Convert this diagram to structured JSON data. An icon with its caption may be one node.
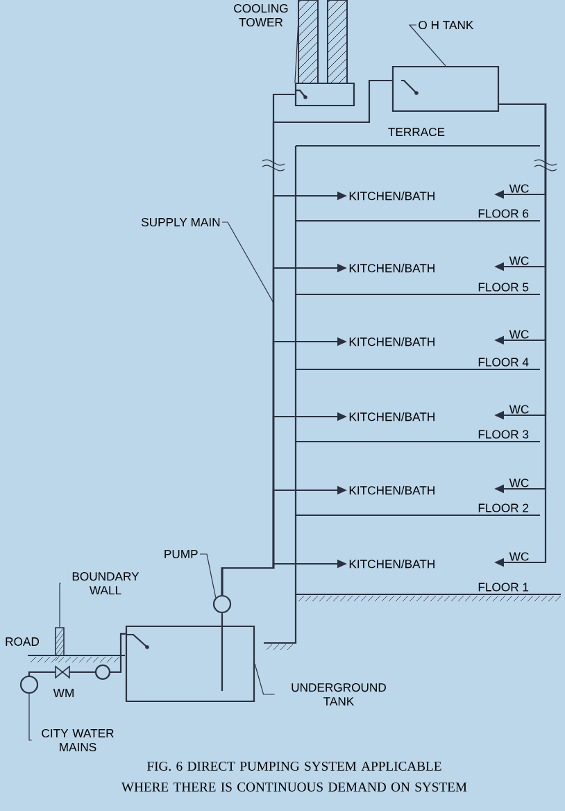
{
  "diagram": {
    "caption": "FIG. 6 DIRECT PUMPING SYSTEM APPLICABLE WHERE THERE IS CONTINUOUS DEMAND ON SYSTEM",
    "nodes": [
      {
        "text": [
          "COOLING TOWER"
        ]
      },
      {
        "text": [],
        "shape": "box"
      },
      {
        "text": [
          "O H TANK"
        ]
      },
      {
        "text": [],
        "shape": "box"
      },
      {
        "text": [
          "SUPPLY MAIN"
        ]
      },
      {
        "text": [
          "PUMP"
        ]
      },
      {
        "text": [],
        "shape": "circle"
      },
      {
        "text": [
          "BOUNDARY WALL"
        ]
      },
      {
        "text": [],
        "shape": "bar"
      },
      {
        "text": [
          "UNDERGROUND TANK"
        ]
      },
      {
        "text": [],
        "shape": "box"
      },
      {
        "text": [
          "CITY WATER MAINS"
        ]
      },
      {
        "text": [],
        "shape": "circle"
      },
      {
        "text": [
          "KITCHEN/BATH"
        ]
      },
      {
        "text": [
          "KITCHEN/BATH"
        ]
      },
      {
        "text": [
          "KITCHEN/BATH"
        ]
      },
      {
        "text": [
          "KITCHEN/BATH"
        ]
      },
      {
        "text": [
          "KITCHEN/BATH"
        ]
      },
      {
        "text": [
          "KITCHEN/BATH"
        ]
      },
      {
        "text": [
          "WC"
        ]
      },
      {
        "text": [
          "WC"
        ]
      },
      {
        "text": [
          "WC"
        ]
      },
      {
        "text": [
          "WC"
        ]
      },
      {
        "text": [
          "WC"
        ]
      },
      {
        "text": [
          "WC"
        ]
      }
    ],
    "edges": [
      {
        "from": 0,
        "to": 1,
        "arrow": "none"
      },
      {
        "from": 2,
        "to": 3,
        "arrow": "none"
      },
      {
        "from": 4,
        "to": null,
        "arrow": "none"
      },
      {
        "from": 5,
        "to": 6,
        "arrow": "none"
      },
      {
        "from": 7,
        "to": 8,
        "arrow": "none"
      },
      {
        "from": 9,
        "to": 10,
        "arrow": "none"
      },
      {
        "from": 11,
        "to": 12,
        "arrow": "none"
      },
      {
        "from": 12,
        "to": 10,
        "arrow": "none"
      },
      {
        "from": 10,
        "to": 6,
        "arrow": "none"
      },
      {
        "from": 6,
        "to": 1,
        "arrow": "none"
      },
      {
        "from": 6,
        "to": 3,
        "arrow": "none"
      },
      {
        "from": 6,
        "to": 13,
        "arrow": "to"
      },
      {
        "from": 6,
        "to": 14,
        "arrow": "to"
      },
      {
        "from": 6,
        "to": 15,
        "arrow": "to"
      },
      {
        "from": 6,
        "to": 16,
        "arrow": "to"
      },
      {
        "from": 6,
        "to": 17,
        "arrow": "to"
      },
      {
        "from": 6,
        "to": 18,
        "arrow": "to"
      },
      {
        "from": 3,
        "to": 19,
        "arrow": "to"
      },
      {
        "from": 3,
        "to": 20,
        "arrow": "to"
      },
      {
        "from": 3,
        "to": 21,
        "arrow": "to"
      },
      {
        "from": 3,
        "to": 22,
        "arrow": "to"
      },
      {
        "from": 3,
        "to": 23,
        "arrow": "to"
      },
      {
        "from": 3,
        "to": 24,
        "arrow": "to"
      }
    ],
    "labels": [
      "TERRACE",
      "FLOOR 6",
      "FLOOR 5",
      "FLOOR 4",
      "FLOOR 3",
      "FLOOR 2",
      "FLOOR 1",
      "ROAD",
      "WM"
    ]
  }
}
